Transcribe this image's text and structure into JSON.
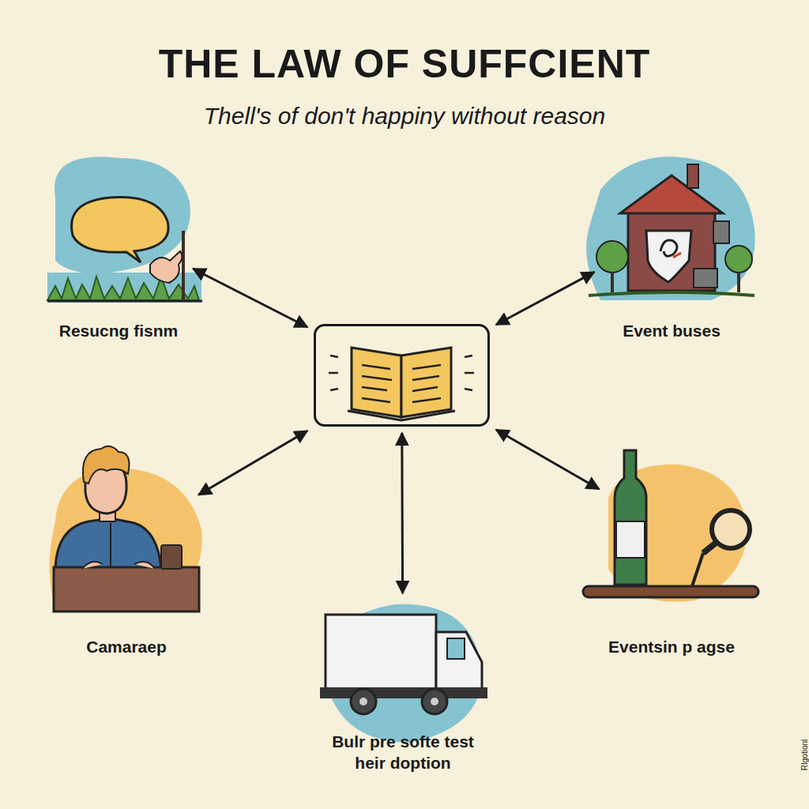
{
  "diagram": {
    "title": "THE LAW OF SUFFCIENT",
    "nodes": [
      {
        "text": [
          "Resucng fisnm"
        ]
      },
      {
        "text": [
          "Event buses"
        ]
      },
      {
        "text": []
      },
      {
        "text": [
          "Camaraep"
        ]
      },
      {
        "text": [
          "Eventsin p agse"
        ]
      },
      {
        "text": [
          "Bulr pre softe test heir doption"
        ]
      }
    ],
    "edges": [
      {
        "from": 2,
        "to": 0,
        "arrow": "both"
      },
      {
        "from": 2,
        "to": 1,
        "arrow": "both"
      },
      {
        "from": 2,
        "to": 3,
        "arrow": "both"
      },
      {
        "from": 2,
        "to": 4,
        "arrow": "both"
      },
      {
        "from": 2,
        "to": 5,
        "arrow": "both"
      }
    ],
    "labels": [
      "Thell's of don't happiny without reason",
      "RIgotionl"
    ]
  }
}
